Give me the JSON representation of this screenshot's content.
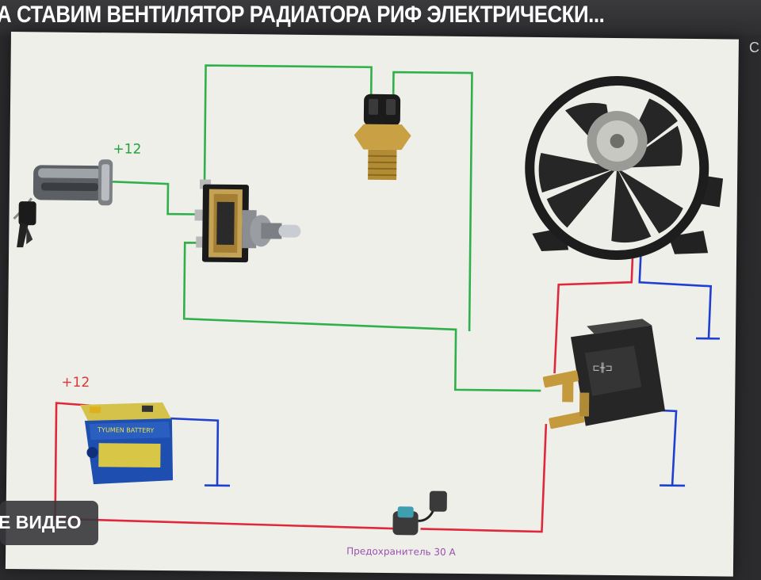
{
  "video_title": "А  СТАВИМ ВЕНТИЛЯТОР РАДИАТОРА РИФ ЭЛЕКТРИЧЕСКИ...",
  "corner_text": "С",
  "overlay_button": "Е ВИДЕО",
  "diagram": {
    "ignition_label": "+12",
    "battery_label": "+12",
    "fuse_label": "Предохранитель 30 А",
    "battery_brand": "TYUMEN BATTERY"
  },
  "colors": {
    "green_wire": "#2fb04a",
    "red_wire": "#e0283c",
    "blue_wire": "#1f3fd0",
    "board_bg": "#efefe9",
    "label_green": "#1fa33a",
    "label_red": "#d93a3a",
    "fuse_label": "#9a4fb0"
  },
  "icons": [
    "ignition-switch-icon",
    "toggle-switch-icon",
    "temperature-sensor-icon",
    "radiator-fan-icon",
    "relay-icon",
    "battery-icon",
    "fuse-icon",
    "ground-symbol-icon"
  ]
}
